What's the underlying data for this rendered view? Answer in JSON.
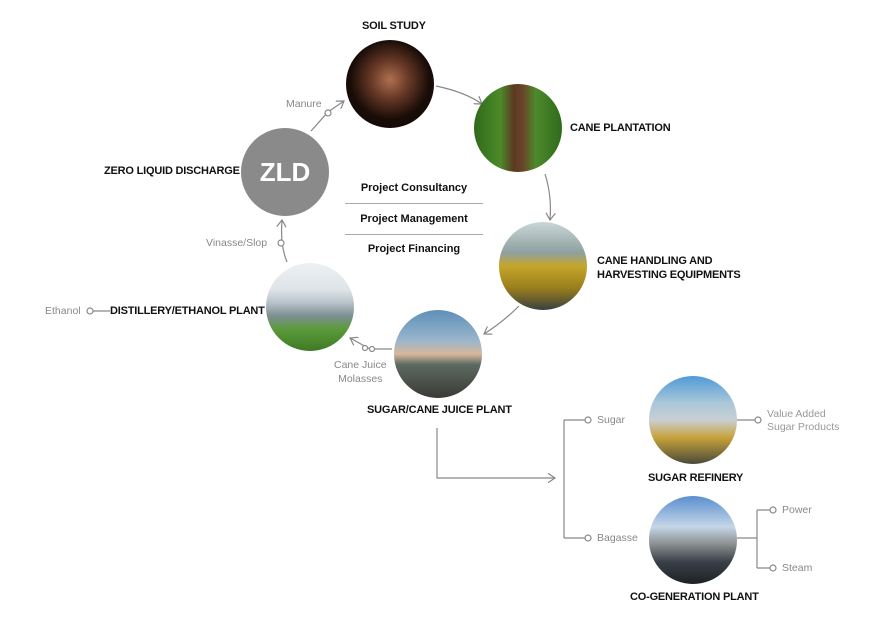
{
  "nodes": {
    "soil_study": "SOIL STUDY",
    "cane_plantation": "CANE PLANTATION",
    "cane_handling": [
      "CANE HANDLING AND",
      "HARVESTING EQUIPMENTS"
    ],
    "sugar_plant": "SUGAR/CANE JUICE PLANT",
    "distillery": "DISTILLERY/ETHANOL PLANT",
    "zld_label": "ZERO LIQUID DISCHARGE",
    "zld_circle": "ZLD",
    "sugar_refinery": "SUGAR REFINERY",
    "cogeneration": "CO-GENERATION PLANT"
  },
  "flows": {
    "manure": "Manure",
    "vinasse": "Vinasse/Slop",
    "ethanol": "Ethanol",
    "cane_juice": "Cane Juice",
    "molasses": "Molasses",
    "sugar": "Sugar",
    "bagasse": "Bagasse",
    "value_added": [
      "Value Added",
      "Sugar Products"
    ],
    "power": "Power",
    "steam": "Steam"
  },
  "services": [
    "Project Consultancy",
    "Project Management",
    "Project Financing"
  ],
  "colors": {
    "zld": "#8a8a8a",
    "line": "#888888"
  }
}
